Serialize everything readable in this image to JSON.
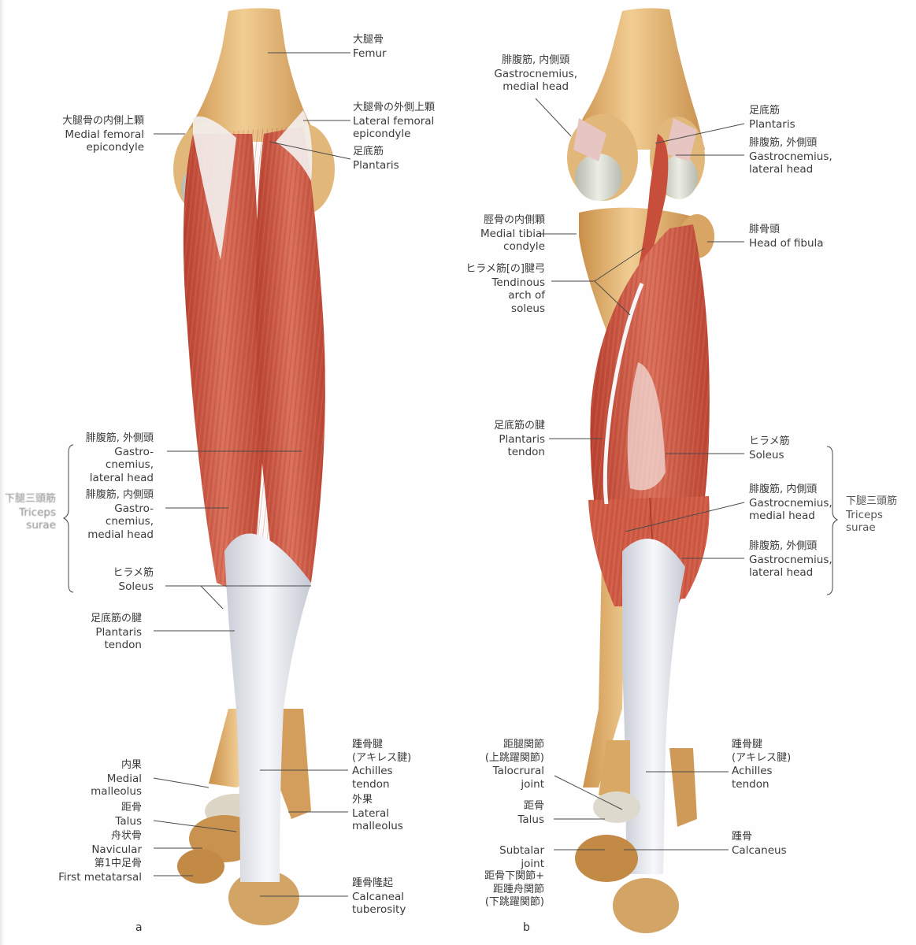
{
  "figure": {
    "panels": [
      {
        "id": "a",
        "letter": "a",
        "labels": [
          {
            "key": "femur",
            "jp": "大腿骨",
            "en": [
              "Femur"
            ]
          },
          {
            "key": "medial_femoral_epicondyle",
            "jp": "大腿骨の内側上顆",
            "en": [
              "Medial femoral",
              "epicondyle"
            ]
          },
          {
            "key": "lateral_femoral_epicondyle",
            "jp": "大腿骨の外側上顆",
            "en": [
              "Lateral femoral",
              "epicondyle"
            ]
          },
          {
            "key": "plantaris",
            "jp": "足底筋",
            "en": [
              "Plantaris"
            ]
          },
          {
            "key": "gastroc_lateral",
            "jp": "腓腹筋, 外側頭",
            "en": [
              "Gastro-",
              "cnemius,",
              "lateral head"
            ]
          },
          {
            "key": "gastroc_medial",
            "jp": "腓腹筋, 内側頭",
            "en": [
              "Gastro-",
              "cnemius,",
              "medial head"
            ]
          },
          {
            "key": "triceps_surae",
            "jp": "下腿三頭筋",
            "en": [
              "Triceps",
              "surae"
            ]
          },
          {
            "key": "soleus",
            "jp": "ヒラメ筋",
            "en": [
              "Soleus"
            ]
          },
          {
            "key": "plantaris_tendon",
            "jp": "足底筋の腱",
            "en": [
              "Plantaris",
              "tendon"
            ]
          },
          {
            "key": "medial_malleolus",
            "jp": "内果",
            "en": [
              "Medial",
              "malleolus"
            ]
          },
          {
            "key": "talus",
            "jp": "距骨",
            "en": [
              "Talus"
            ]
          },
          {
            "key": "navicular",
            "jp": "舟状骨",
            "en": [
              "Navicular"
            ]
          },
          {
            "key": "first_metatarsal",
            "jp": "第1中足骨",
            "en": [
              "First metatarsal"
            ]
          },
          {
            "key": "achilles",
            "jp": "踵骨腱",
            "jp2": "(アキレス腱)",
            "en": [
              "Achilles",
              "tendon"
            ]
          },
          {
            "key": "lateral_malleolus",
            "jp": "外果",
            "en": [
              "Lateral",
              "malleolus"
            ]
          },
          {
            "key": "calcaneal_tuberosity",
            "jp": "踵骨隆起",
            "en": [
              "Calcaneal",
              "tuberosity"
            ]
          }
        ]
      },
      {
        "id": "b",
        "letter": "b",
        "labels": [
          {
            "key": "gastroc_medial_top",
            "jp": "腓腹筋, 内側頭",
            "en": [
              "Gastrocnemius,",
              "medial head"
            ]
          },
          {
            "key": "plantaris",
            "jp": "足底筋",
            "en": [
              "Plantaris"
            ]
          },
          {
            "key": "gastroc_lateral_top",
            "jp": "腓腹筋, 外側頭",
            "en": [
              "Gastrocnemius,",
              "lateral head"
            ]
          },
          {
            "key": "medial_tibial_condyle",
            "jp": "脛骨の内側顆",
            "en": [
              "Medial tibial",
              "condyle"
            ]
          },
          {
            "key": "head_of_fibula",
            "jp": "腓骨頭",
            "en": [
              "Head of fibula"
            ]
          },
          {
            "key": "tendinous_arch",
            "jp": "ヒラメ筋[の]腱弓",
            "en": [
              "Tendinous",
              "arch of",
              "soleus"
            ]
          },
          {
            "key": "plantaris_tendon",
            "jp": "足底筋の腱",
            "en": [
              "Plantaris",
              "tendon"
            ]
          },
          {
            "key": "soleus",
            "jp": "ヒラメ筋",
            "en": [
              "Soleus"
            ]
          },
          {
            "key": "gastroc_medial",
            "jp": "腓腹筋, 内側頭",
            "en": [
              "Gastrocnemius,",
              "medial head"
            ]
          },
          {
            "key": "gastroc_lateral",
            "jp": "腓腹筋, 外側頭",
            "en": [
              "Gastrocnemius,",
              "lateral head"
            ]
          },
          {
            "key": "triceps_surae",
            "jp": "下腿三頭筋",
            "en": [
              "Triceps",
              "surae"
            ]
          },
          {
            "key": "talocrural_joint",
            "jp": "距腿関節",
            "jp2": "(上跳躍関節)",
            "en": [
              "Talocrural",
              "joint"
            ]
          },
          {
            "key": "talus",
            "jp": "距骨",
            "en": [
              "Talus"
            ]
          },
          {
            "key": "subtalar_joint",
            "jp": "",
            "en": [
              "Subtalar",
              "joint"
            ],
            "jp_after": [
              "距骨下関節+",
              "距踵舟関節",
              "(下跳躍関節)"
            ]
          },
          {
            "key": "achilles",
            "jp": "踵骨腱",
            "jp2": "(アキレス腱)",
            "en": [
              "Achilles",
              "tendon"
            ]
          },
          {
            "key": "calcaneus",
            "jp": "踵骨",
            "en": [
              "Calcaneus"
            ]
          }
        ]
      }
    ],
    "colors": {
      "bone": "#d9a865",
      "bone_light": "#efc98e",
      "muscle": "#c8503c",
      "muscle_light": "#dd7a64",
      "tendon": "#eef0f4",
      "cartilage": "#d8dcd4",
      "leader_line": "#4a4a4a",
      "text": "#3b3b3b"
    }
  }
}
